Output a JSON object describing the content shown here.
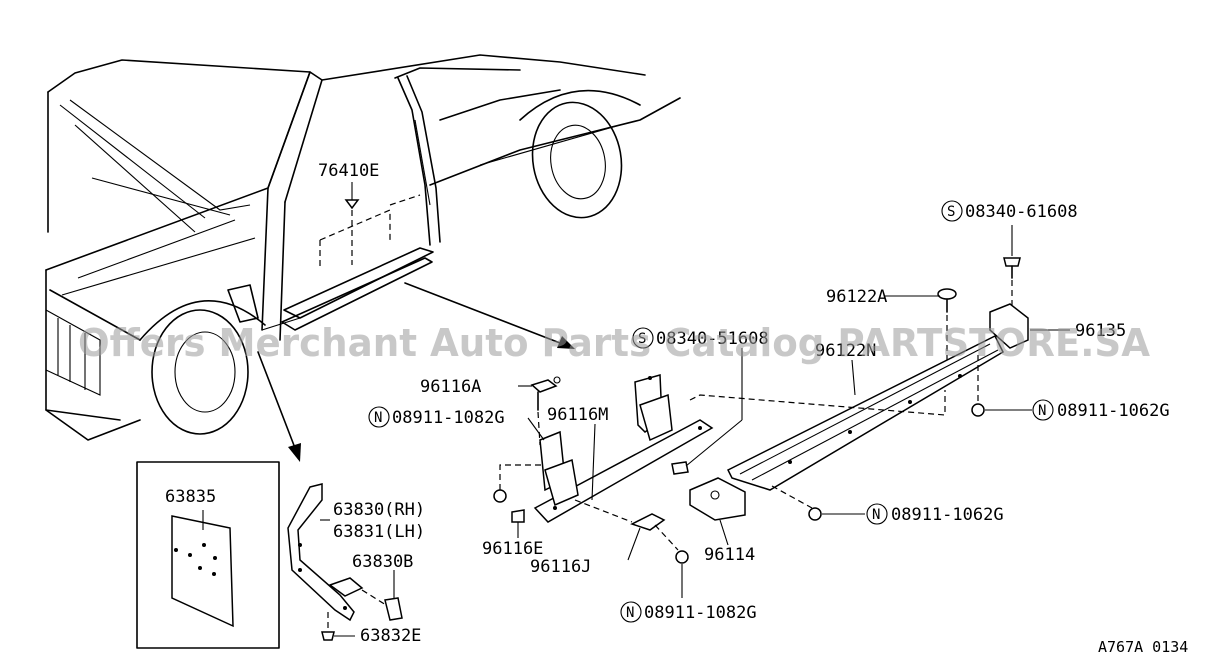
{
  "labels": {
    "p76410E": "76410E",
    "p08340_61608": "08340-61608",
    "p96122A": "96122A",
    "p96135": "96135",
    "p96122N": "96122N",
    "p08911_1062G_top": "08911-1062G",
    "p08911_1062G_bottom": "08911-1062G",
    "p08340_51608": "08340-51608",
    "p96116A": "96116A",
    "p08911_1082G_top": "08911-1082G",
    "p96116M": "96116M",
    "p96116E": "96116E",
    "p96116J": "96116J",
    "p96114": "96114",
    "p08911_1082G_bottom": "08911-1082G",
    "p63835": "63835",
    "p63830": "63830(RH)",
    "p63831": "63831(LH)",
    "p63830B": "63830B",
    "p63832E": "63832E"
  },
  "prefix": {
    "screw": "S",
    "nut": "N"
  },
  "code": "A767A 0134",
  "watermark": "Offers Merchant Auto Parts Catalog PARTSTORE.SA"
}
